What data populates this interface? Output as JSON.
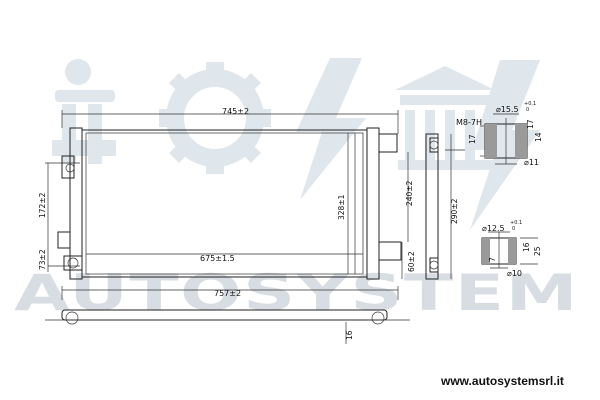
{
  "watermark": {
    "text": "AUTOSYSTEM"
  },
  "website": "www.autosystemsrl.it",
  "dimensions": {
    "top_width": "745±2",
    "core_width": "675±1.5",
    "overall_width": "757±2",
    "core_height": "328±1",
    "height_240": "240±2",
    "height_290": "290±2",
    "left_172": "172±2",
    "left_73": "73±2",
    "bottom_60": "60±2",
    "pipe_16": "16"
  },
  "detail_top": {
    "thread": "M8-7H",
    "diameter_15_5": "⌀15.5",
    "tol_plus": "+0.1",
    "tol_zero": "0",
    "dim_17_left": "17",
    "dim_17_right": "17",
    "dim_14": "14",
    "diameter_11": "⌀11"
  },
  "detail_bottom": {
    "diameter_12_5": "⌀12.5",
    "tol_plus": "+0.1",
    "tol_zero": "0",
    "dim_16": "16",
    "dim_25": "25",
    "diameter_10": "⌀10",
    "dim_7": "7"
  }
}
